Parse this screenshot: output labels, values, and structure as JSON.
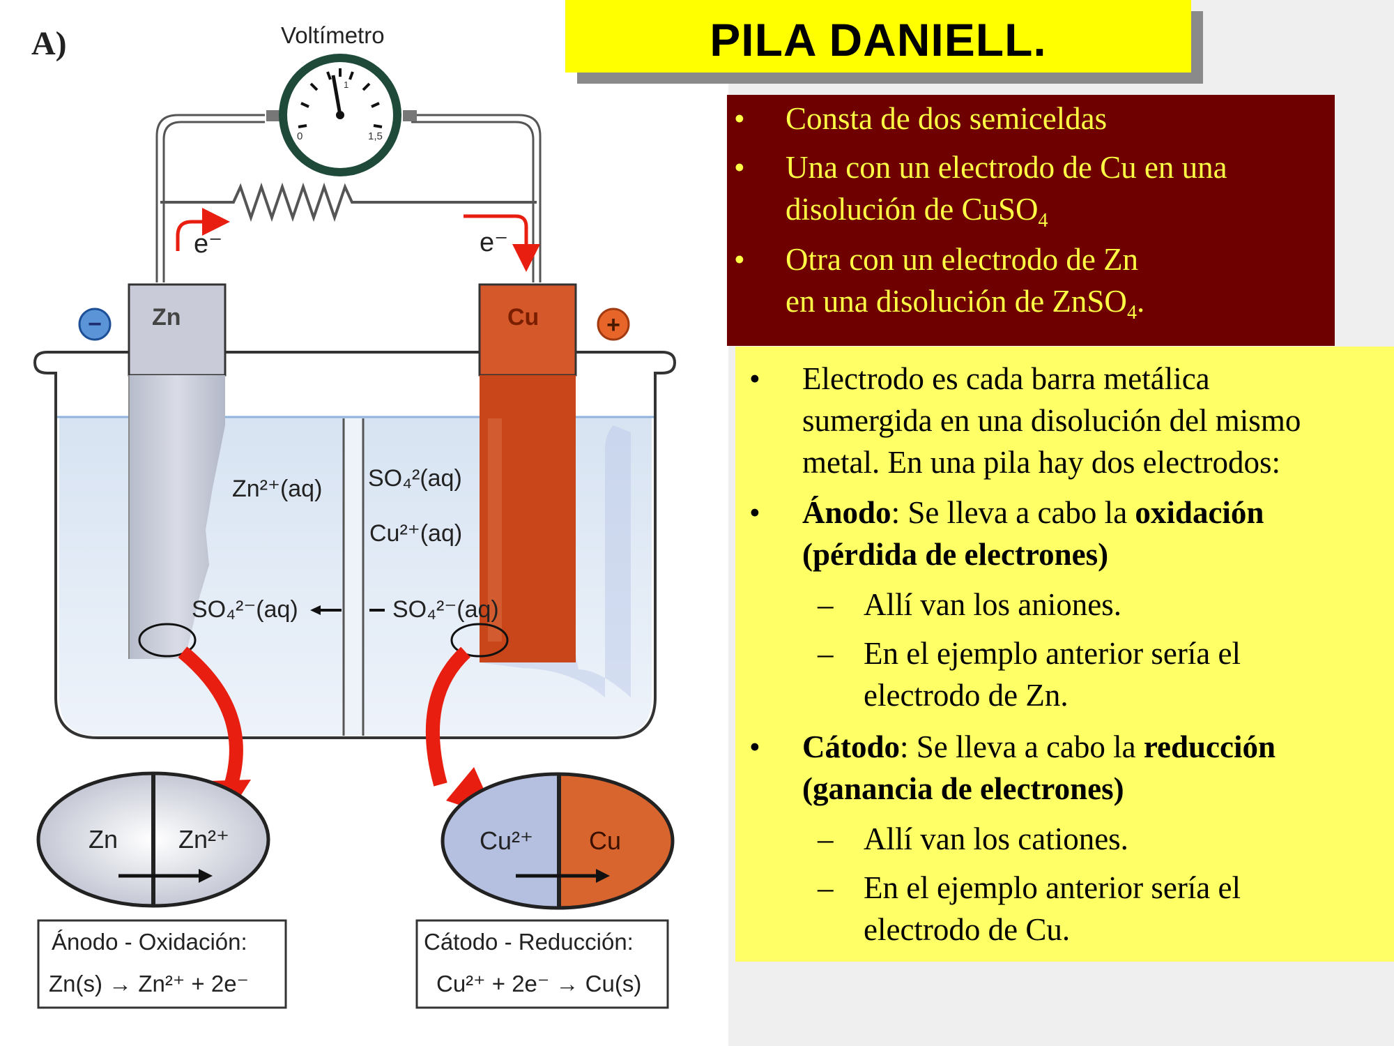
{
  "title": "PILA DANIELL.",
  "colors": {
    "title_bg": "#ffff00",
    "red_box_bg": "#6e0000",
    "red_box_text": "#ffff44",
    "yellow_box_bg": "#ffff66",
    "zinc": "#c9ccd8",
    "copper": "#d5582a",
    "arrow": "#e81e10"
  },
  "figure": {
    "panel_label": "A)",
    "voltmeter_label": "Voltímetro",
    "scale_min": "0",
    "scale_mid": "1",
    "scale_max": "1,5",
    "electron_left": "e⁻",
    "electron_right": "e⁻",
    "anode_electrode": "Zn",
    "cathode_electrode": "Cu",
    "negative_sign": "−",
    "positive_sign": "+",
    "ion_zn": "Zn²⁺(aq)",
    "ion_so4_right_top": "SO₄²(aq)",
    "ion_cu": "Cu²⁺(aq)",
    "ion_so4_left": "SO₄²⁻(aq)",
    "ion_so4_right": "SO₄²⁻(aq)",
    "zoom_left_metal": "Zn",
    "zoom_left_ion": "Zn²⁺",
    "zoom_right_ion": "Cu²⁺",
    "zoom_right_metal": "Cu",
    "anode_title": "Ánodo - Oxidación:",
    "anode_reaction": "Zn(s) → Zn²⁺ + 2e⁻",
    "cathode_title": "Cátodo - Reducción:",
    "cathode_reaction": "Cu²⁺ + 2e⁻ → Cu(s)"
  },
  "red_box": {
    "bullet": "•",
    "item1": "Consta de dos semiceldas",
    "item2_line1": "Una con un electrodo de Cu en una",
    "item2_line2_pre": "disolución de CuSO",
    "item2_line2_sub": "4",
    "item3_line1": "Otra con un electrodo de Zn",
    "item3_line2_pre": "en una disolución de ZnSO",
    "item3_line2_sub": "4",
    "item3_line2_post": "."
  },
  "yellow_box": {
    "bullet": "•",
    "dash": "–",
    "electrodo_l1": "Electrodo es cada barra metálica",
    "electrodo_l2": "sumergida en una disolución del mismo",
    "electrodo_l3": "metal. En una pila hay dos electrodos:",
    "anodo_term": "Ánodo",
    "anodo_text": ": Se lleva a cabo la ",
    "anodo_bold": "oxidación",
    "anodo_l2": "(pérdida de electrones)",
    "anodo_sub1": "Allí van los aniones.",
    "anodo_sub2_l1": "En el ejemplo anterior sería el",
    "anodo_sub2_l2": "electrodo de Zn.",
    "catodo_term": "Cátodo",
    "catodo_text": ": Se lleva a cabo la ",
    "catodo_bold": "reducción",
    "catodo_l2": "(ganancia de electrones)",
    "catodo_sub1": "Allí van los cationes.",
    "catodo_sub2_l1": "En el ejemplo anterior sería el",
    "catodo_sub2_l2": "electrodo de Cu."
  }
}
